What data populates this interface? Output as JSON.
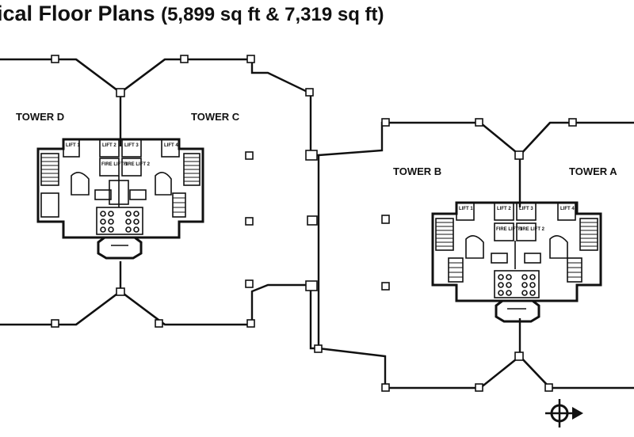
{
  "title": {
    "main": "ical Floor Plans",
    "sub": "(5,899 sq ft & 7,319 sq ft)"
  },
  "towers": {
    "d": "TOWER D",
    "c": "TOWER C",
    "b": "TOWER B",
    "a": "TOWER A"
  },
  "core_left": {
    "lift_1": "LIFT 1",
    "lift_2": "LIFT 2",
    "lift_3": "LIFT 3",
    "lift_4": "LIFT 4",
    "fire_lift_1": "FIRE LIFT 1",
    "fire_lift_2": "FIRE LIFT 2"
  },
  "core_right": {
    "lift_1": "LIFT 1",
    "lift_2": "LIFT 2",
    "lift_3": "LIFT 3",
    "lift_4": "LIFT 4",
    "fire_lift_1": "FIRE LIFT 1",
    "fire_lift_2": "FIRE LIFT 2"
  },
  "icons": {
    "compass": "north-arrow-icon"
  }
}
